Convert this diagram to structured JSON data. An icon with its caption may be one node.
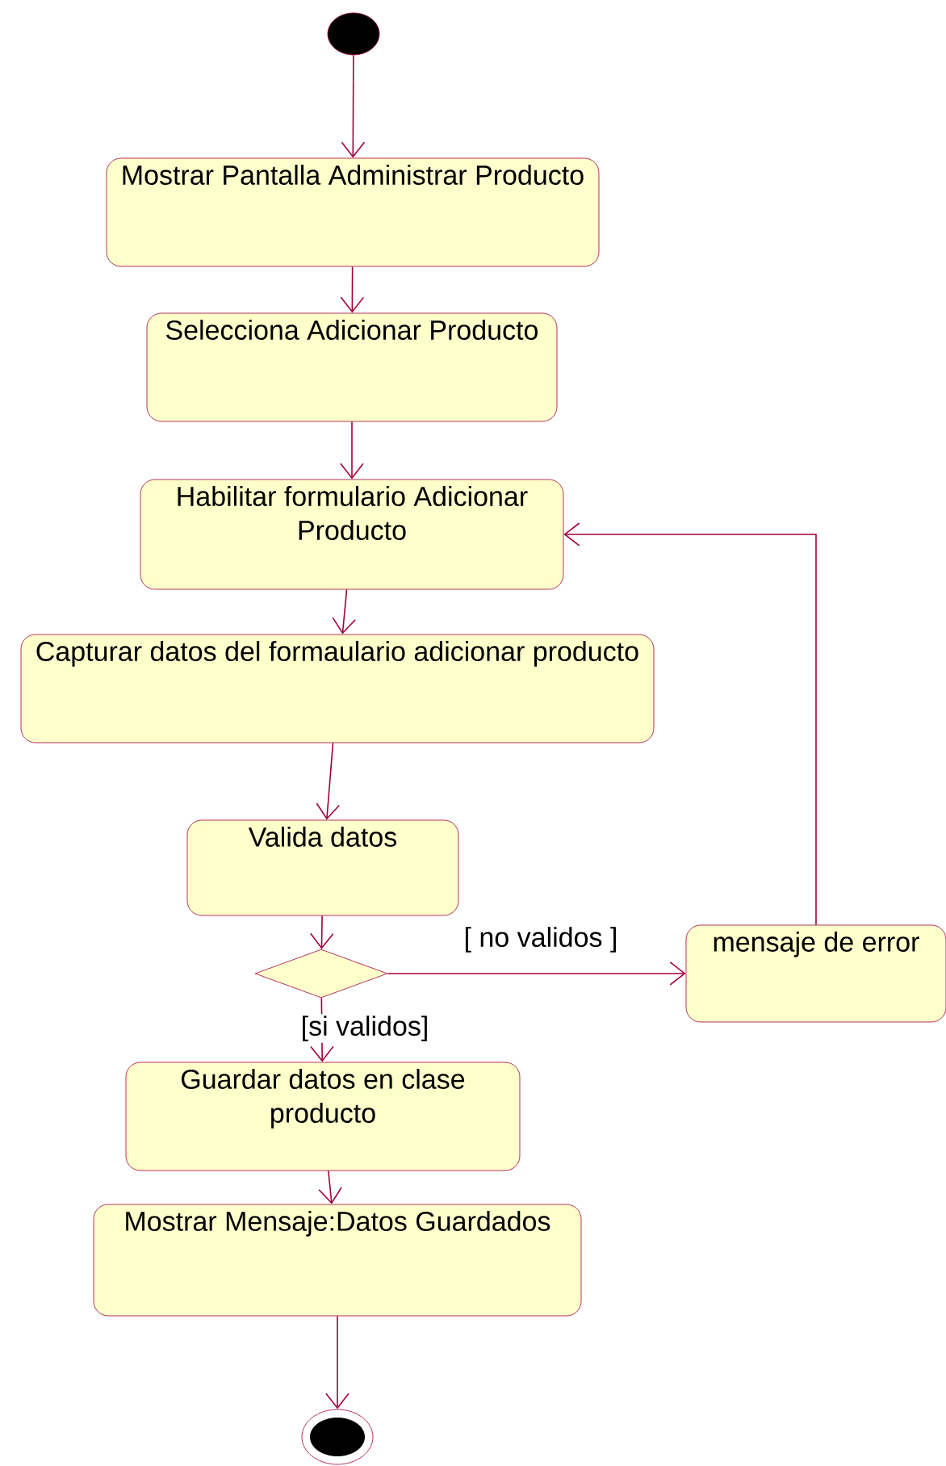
{
  "diagram": {
    "nodes": [
      {
        "text": [],
        "shape": "circle"
      },
      {
        "text": [
          "Mostrar Pantalla Administrar  Producto"
        ]
      },
      {
        "text": [
          "Selecciona Adicionar Producto"
        ]
      },
      {
        "text": [
          "Habilitar formulario Adicionar Producto"
        ]
      },
      {
        "text": [
          "Capturar datos del formaulario adicionar producto"
        ]
      },
      {
        "text": [
          "Valida datos"
        ]
      },
      {
        "text": [],
        "shape": "diamond"
      },
      {
        "text": [
          "mensaje de error"
        ]
      },
      {
        "text": [
          "Guardar datos en clase producto"
        ]
      },
      {
        "text": [
          "Mostrar Mensaje:Datos Guardados"
        ]
      },
      {
        "text": [],
        "shape": "bullseye"
      }
    ],
    "edges": [
      {
        "from": 0,
        "to": 1,
        "arrow": "to"
      },
      {
        "from": 1,
        "to": 2,
        "arrow": "to"
      },
      {
        "from": 2,
        "to": 3,
        "arrow": "to"
      },
      {
        "from": 3,
        "to": 4,
        "arrow": "to"
      },
      {
        "from": 4,
        "to": 5,
        "arrow": "to"
      },
      {
        "from": 5,
        "to": 6,
        "arrow": "to"
      },
      {
        "from": 6,
        "to": 7,
        "arrow": "to",
        "label": "[ no validos ]"
      },
      {
        "from": 6,
        "to": 8,
        "arrow": "to",
        "label": "[si validos]"
      },
      {
        "from": 8,
        "to": 9,
        "arrow": "to"
      },
      {
        "from": 9,
        "to": 10,
        "arrow": "to"
      },
      {
        "from": 7,
        "to": 3,
        "arrow": "to"
      }
    ]
  }
}
